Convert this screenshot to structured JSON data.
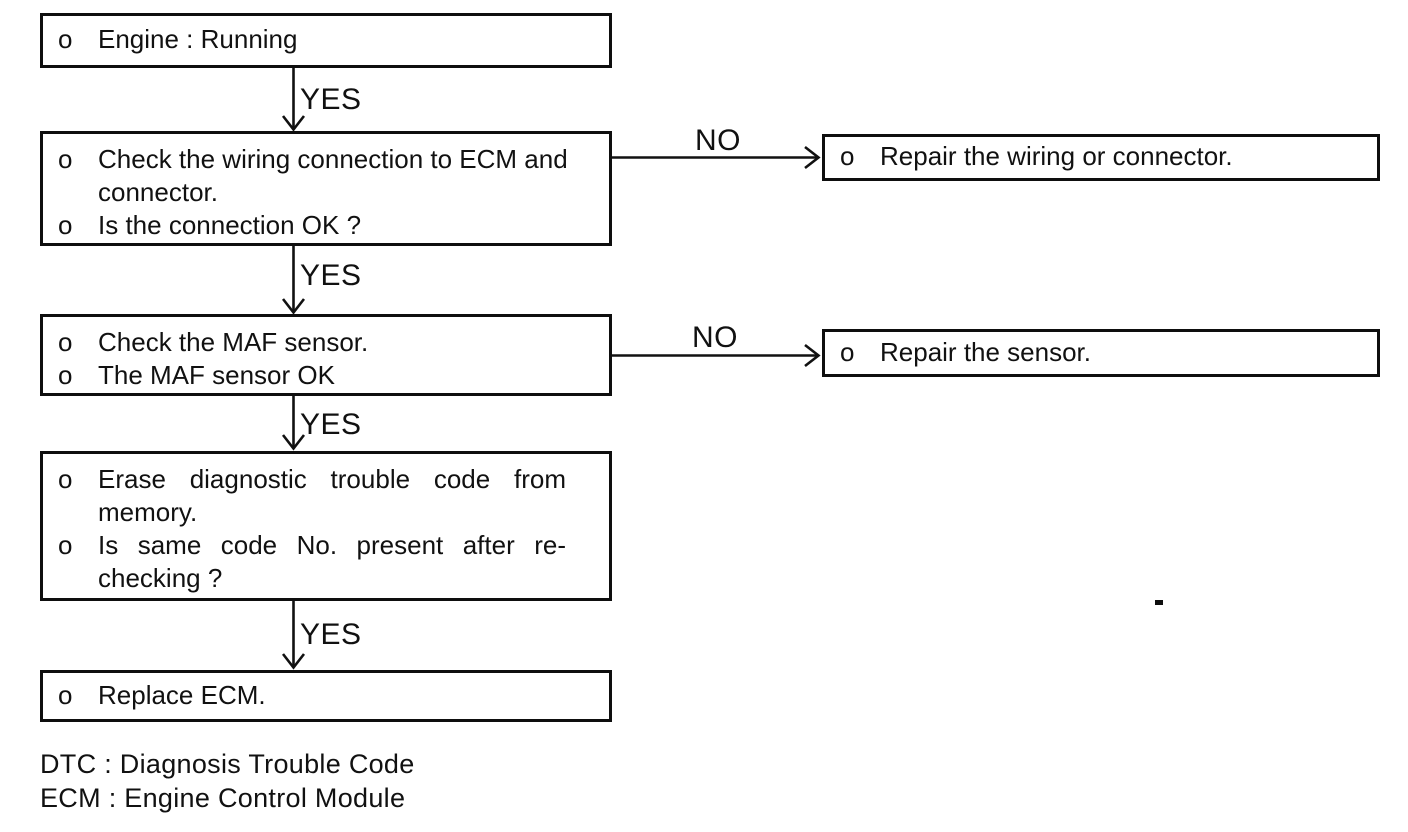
{
  "labels": {
    "yes": "YES",
    "no": "NO",
    "bullet": "o"
  },
  "flow_boxes": [
    {
      "name": "engine-running",
      "items": [
        "Engine : Running"
      ]
    },
    {
      "name": "check-wiring",
      "items": [
        "Check the wiring connection to ECM and connector.",
        "Is the connection OK ?"
      ]
    },
    {
      "name": "check-maf-sensor",
      "items": [
        "Check the MAF sensor.",
        "The MAF sensor OK"
      ]
    },
    {
      "name": "erase-dtc",
      "items": [
        "Erase diagnostic trouble code from memory.",
        "Is same code No. present after re-checking ?"
      ]
    },
    {
      "name": "replace-ecm",
      "items": [
        "Replace ECM."
      ]
    }
  ],
  "side_boxes": [
    {
      "name": "repair-wiring",
      "items": [
        "Repair the wiring or connector."
      ]
    },
    {
      "name": "repair-sensor",
      "items": [
        "Repair the sensor."
      ]
    }
  ],
  "footnotes": [
    "DTC : Diagnosis Trouble Code",
    "ECM : Engine Control Module"
  ]
}
